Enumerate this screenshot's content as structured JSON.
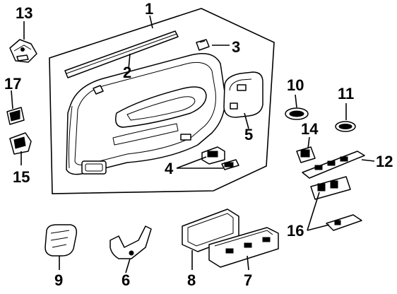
{
  "diagram": {
    "type": "exploded-parts-diagram",
    "callouts": [
      {
        "id": "1",
        "label": "1"
      },
      {
        "id": "2",
        "label": "2"
      },
      {
        "id": "3",
        "label": "3"
      },
      {
        "id": "4",
        "label": "4"
      },
      {
        "id": "5",
        "label": "5"
      },
      {
        "id": "6",
        "label": "6"
      },
      {
        "id": "7",
        "label": "7"
      },
      {
        "id": "8",
        "label": "8"
      },
      {
        "id": "9",
        "label": "9"
      },
      {
        "id": "10",
        "label": "10"
      },
      {
        "id": "11",
        "label": "11"
      },
      {
        "id": "12",
        "label": "12"
      },
      {
        "id": "13",
        "label": "13"
      },
      {
        "id": "14",
        "label": "14"
      },
      {
        "id": "15",
        "label": "15"
      },
      {
        "id": "16",
        "label": "16"
      },
      {
        "id": "17",
        "label": "17"
      }
    ]
  }
}
